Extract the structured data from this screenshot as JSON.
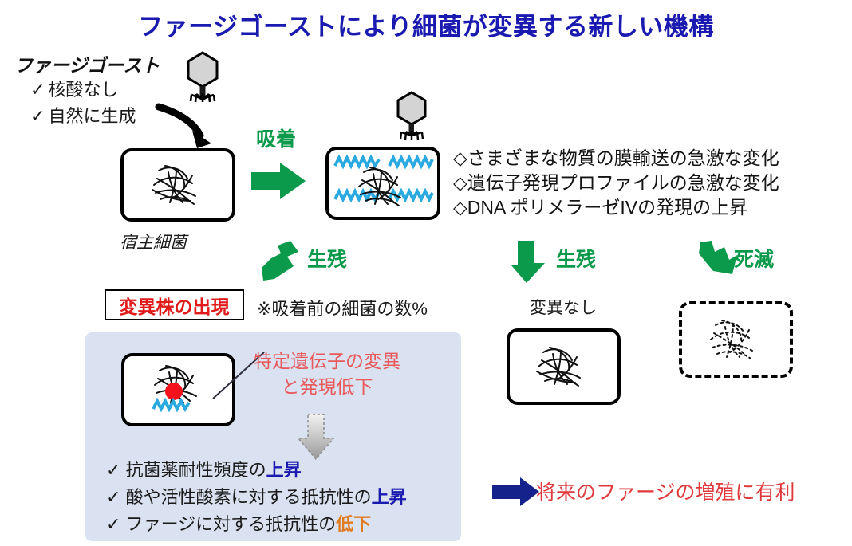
{
  "title": "ファージゴーストにより細菌が変異する新しい機構",
  "title_color": "#1a1ab0",
  "ghost": {
    "heading": "ファージゴースト",
    "bullets": [
      {
        "check": "✓",
        "text": "核酸なし"
      },
      {
        "check": "✓",
        "text": "自然に生成"
      }
    ]
  },
  "labels": {
    "host_bacterium": "宿主細菌",
    "adsorption": "吸着",
    "survival_left": "生残",
    "survival_mid": "生残",
    "death": "死滅",
    "mutant_emergence": "変異株の出現",
    "percent_note": "※吸着前の細菌の数%",
    "no_mutation": "変異なし"
  },
  "effects": {
    "bullet_mark": "◇",
    "items": [
      "さまざまな物質の膜輸送の急激な変化",
      "遺伝子発現プロファイルの急激な変化",
      "DNA ポリメラーゼIVの発現の上昇"
    ]
  },
  "mutation_note": {
    "line1": "特定遺伝子の変異",
    "line2": "と発現低下",
    "color": "#e8595b"
  },
  "outcomes": [
    {
      "check": "✓",
      "pre": "抗菌薬耐性頻度の",
      "emph": "上昇",
      "emph_kind": "up"
    },
    {
      "check": "✓",
      "pre": "酸や活性酸素に対する抵抗性の",
      "emph": "上昇",
      "emph_kind": "up"
    },
    {
      "check": "✓",
      "pre": "ファージに対する抵抗性の",
      "emph": "低下",
      "emph_kind": "down"
    }
  ],
  "conclusion": {
    "text": "将来のファージの増殖に有利",
    "color": "#e0393c",
    "arrow_color": "#16228c"
  },
  "colors": {
    "green_arrow": "#0b9a4b",
    "green_text": "#0b9a4b",
    "panel_bg": "#dae1f0",
    "dna_blue": "#29a9e0",
    "mutation_dot": "#f4111b",
    "phage_head": "#d4d4d4",
    "gray_arrow_top": "#efefef",
    "gray_arrow_bottom": "#9a9a9a"
  }
}
